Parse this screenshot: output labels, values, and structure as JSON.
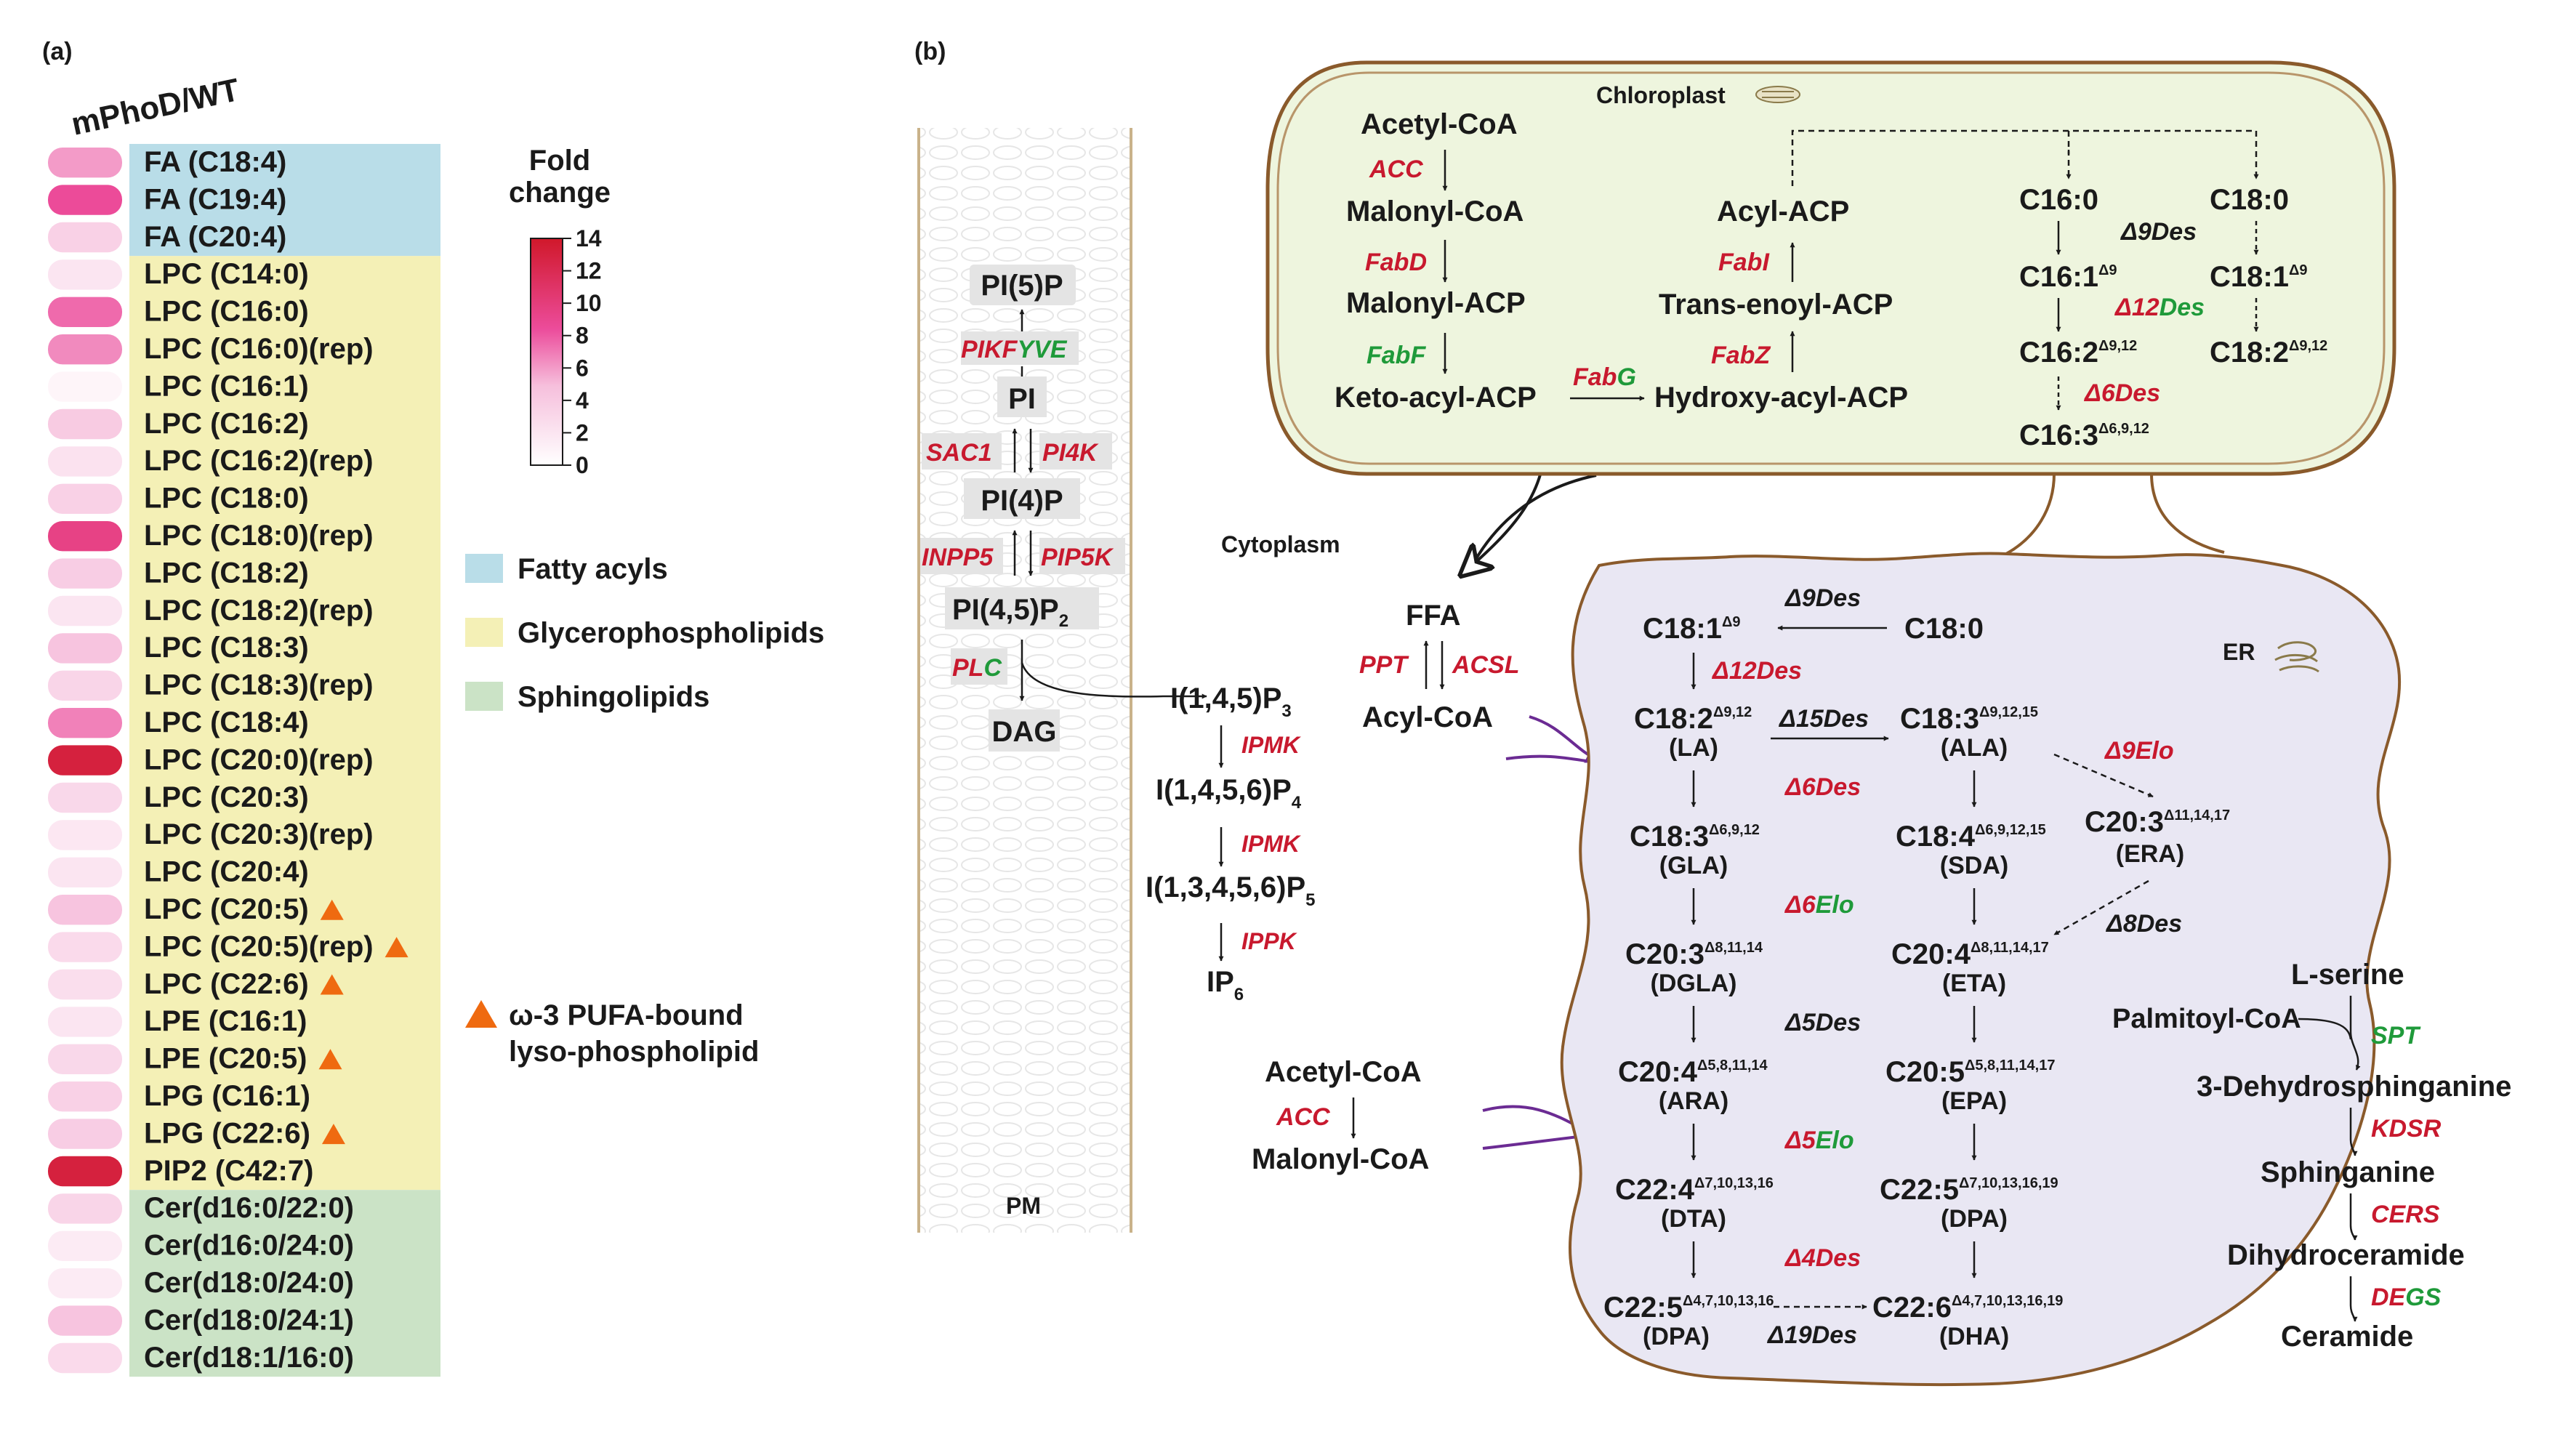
{
  "colors": {
    "fatty_acyls": "#b9dde8",
    "glycerophospholipids": "#f4f0b6",
    "sphingolipids": "#cbe3c6",
    "enzyme_red": "#c8192e",
    "enzyme_green": "#1f9a3a",
    "chloroplast_fill": "#eef5de",
    "chloroplast_border": "#8a5a2b",
    "er_fill": "#e9e7f3",
    "triangle": "#ef6a10",
    "purple_arrow": "#6b2b93"
  },
  "panel_a": {
    "label": "(a)",
    "column_title": "mPhoD/WT",
    "legend_title_1": "Fold",
    "legend_title_2": "change",
    "scale_ticks": [
      "14",
      "12",
      "10",
      "8",
      "6",
      "4",
      "2",
      "0"
    ],
    "class_legend": [
      {
        "label": "Fatty acyls",
        "color": "#b9dde8"
      },
      {
        "label": "Glycerophospholipids",
        "color": "#f4f0b6"
      },
      {
        "label": "Sphingolipids",
        "color": "#cbe3c6"
      }
    ],
    "triangle_legend_1": "ω-3 PUFA-bound",
    "triangle_legend_2": "lyso-phospholipid",
    "rows": [
      {
        "name": "FA (C18:4)",
        "fold": 6.0,
        "cls": "fa",
        "omega3": false
      },
      {
        "name": "FA (C19:4)",
        "fold": 8.5,
        "cls": "fa",
        "omega3": false
      },
      {
        "name": "FA (C20:4)",
        "fold": 3.5,
        "cls": "fa",
        "omega3": false
      },
      {
        "name": "LPC (C14:0)",
        "fold": 2.0,
        "cls": "gp",
        "omega3": false
      },
      {
        "name": "LPC (C16:0)",
        "fold": 7.5,
        "cls": "gp",
        "omega3": false
      },
      {
        "name": "LPC (C16:0)(rep)",
        "fold": 6.5,
        "cls": "gp",
        "omega3": false
      },
      {
        "name": "LPC (C16:1)",
        "fold": 0.8,
        "cls": "gp",
        "omega3": false
      },
      {
        "name": "LPC (C16:2)",
        "fold": 4.0,
        "cls": "gp",
        "omega3": false
      },
      {
        "name": "LPC (C16:2)(rep)",
        "fold": 2.2,
        "cls": "gp",
        "omega3": false
      },
      {
        "name": "LPC (C18:0)",
        "fold": 3.5,
        "cls": "gp",
        "omega3": false
      },
      {
        "name": "LPC (C18:0)(rep)",
        "fold": 9.5,
        "cls": "gp",
        "omega3": false
      },
      {
        "name": "LPC (C18:2)",
        "fold": 3.8,
        "cls": "gp",
        "omega3": false
      },
      {
        "name": "LPC (C18:2)(rep)",
        "fold": 2.0,
        "cls": "gp",
        "omega3": false
      },
      {
        "name": "LPC (C18:3)",
        "fold": 4.5,
        "cls": "gp",
        "omega3": false
      },
      {
        "name": "LPC (C18:3)(rep)",
        "fold": 3.2,
        "cls": "gp",
        "omega3": false
      },
      {
        "name": "LPC (C18:4)",
        "fold": 6.8,
        "cls": "gp",
        "omega3": false
      },
      {
        "name": "LPC (C20:0)(rep)",
        "fold": 13.0,
        "cls": "gp",
        "omega3": false
      },
      {
        "name": "LPC (C20:3)",
        "fold": 3.0,
        "cls": "gp",
        "omega3": false
      },
      {
        "name": "LPC (C20:3)(rep)",
        "fold": 1.8,
        "cls": "gp",
        "omega3": false
      },
      {
        "name": "LPC (C20:4)",
        "fold": 2.0,
        "cls": "gp",
        "omega3": false
      },
      {
        "name": "LPC (C20:5)",
        "fold": 4.5,
        "cls": "gp",
        "omega3": true
      },
      {
        "name": "LPC (C20:5)(rep)",
        "fold": 2.8,
        "cls": "gp",
        "omega3": true
      },
      {
        "name": "LPC (C22:6)",
        "fold": 2.5,
        "cls": "gp",
        "omega3": true
      },
      {
        "name": "LPE (C16:1)",
        "fold": 2.0,
        "cls": "gp",
        "omega3": false
      },
      {
        "name": "LPE (C20:5)",
        "fold": 3.0,
        "cls": "gp",
        "omega3": true
      },
      {
        "name": "LPG (C16:1)",
        "fold": 3.5,
        "cls": "gp",
        "omega3": false
      },
      {
        "name": "LPG (C22:6)",
        "fold": 3.8,
        "cls": "gp",
        "omega3": true
      },
      {
        "name": "PIP2 (C42:7)",
        "fold": 13.0,
        "cls": "gp",
        "omega3": false
      },
      {
        "name": "Cer(d16:0/22:0)",
        "fold": 3.2,
        "cls": "sp",
        "omega3": false
      },
      {
        "name": "Cer(d16:0/24:0)",
        "fold": 1.5,
        "cls": "sp",
        "omega3": false
      },
      {
        "name": "Cer(d18:0/24:0)",
        "fold": 1.5,
        "cls": "sp",
        "omega3": false
      },
      {
        "name": "Cer(d18:0/24:1)",
        "fold": 4.5,
        "cls": "sp",
        "omega3": false
      },
      {
        "name": "Cer(d18:1/16:0)",
        "fold": 2.8,
        "cls": "sp",
        "omega3": false
      }
    ]
  },
  "panel_b": {
    "label": "(b)",
    "pm": {
      "label": "PM",
      "pi5p": "PI(5)P",
      "pikfyve_1": "PIKF",
      "pikfyve_2": "YVE",
      "pi": "PI",
      "sac1": "SAC1",
      "pi4k": "PI4K",
      "pi4p": "PI(4)P",
      "inpp5": "INPP5",
      "pip5k": "PIP5K",
      "pi45p2": "PI(4,5)P",
      "pi45p2_sub": "2",
      "plc_1": "PL",
      "plc_2": "C",
      "dag": "DAG"
    },
    "inositol": {
      "ip3": "I(1,4,5)P",
      "ip3_sub": "3",
      "ipmk_1": "IPMK",
      "ip4": "I(1,4,5,6)P",
      "ip4_sub": "4",
      "ipmk_2": "IPMK",
      "ip5": "I(1,3,4,5,6)P",
      "ip5_sub": "5",
      "ippk": "IPPK",
      "ip6": "IP",
      "ip6_sub": "6"
    },
    "cytoplasm": {
      "label": "Cytoplasm",
      "ffa": "FFA",
      "ppt": "PPT",
      "acsl": "ACSL",
      "acyl_coa": "Acyl-CoA",
      "acetyl_coa": "Acetyl-CoA",
      "acc": "ACC",
      "malonyl_coa": "Malonyl-CoA"
    },
    "chloroplast": {
      "label": "Chloroplast",
      "acetyl_coa": "Acetyl-CoA",
      "acc": "ACC",
      "malonyl_coa": "Malonyl-CoA",
      "fabd": "FabD",
      "malonyl_acp": "Malonyl-ACP",
      "fabf": "FabF",
      "keto_acyl_acp": "Keto-acyl-ACP",
      "fabg": "FabG",
      "hydroxy_acyl_acp": "Hydroxy-acyl-ACP",
      "fabz": "FabZ",
      "trans_enoyl_acp": "Trans-enoyl-ACP",
      "fabi": "FabI",
      "acyl_acp": "Acyl-ACP",
      "c16_0": "C16:0",
      "c18_0": "C18:0",
      "d9des": "Δ9Des",
      "c16_1": "C16:1",
      "c16_1_sup": "Δ9",
      "c18_1": "C18:1",
      "c18_1_sup": "Δ9",
      "d12des_1": "Δ12",
      "d12des_2": "Des",
      "c16_2": "C16:2",
      "c16_2_sup": "Δ9,12",
      "c18_2": "C18:2",
      "c18_2_sup": "Δ9,12",
      "d6des": "Δ6Des",
      "c16_3": "C16:3",
      "c16_3_sup": "Δ6,9,12"
    },
    "er": {
      "label": "ER",
      "c18_1": "C18:1",
      "c18_1_sup": "Δ9",
      "d9des": "Δ9Des",
      "c18_0": "C18:0",
      "d12des": "Δ12Des",
      "c18_2": "C18:2",
      "c18_2_sup": "Δ9,12",
      "la": "(LA)",
      "d15des": "Δ15Des",
      "c18_3a": "C18:3",
      "c18_3a_sup": "Δ9,12,15",
      "ala": "(ALA)",
      "d9elo": "Δ9Elo",
      "d6des": "Δ6Des",
      "c18_3g": "C18:3",
      "c18_3g_sup": "Δ6,9,12",
      "gla": "(GLA)",
      "c18_4": "C18:4",
      "c18_4_sup": "Δ6,9,12,15",
      "sda": "(SDA)",
      "c20_3e": "C20:3",
      "c20_3e_sup": "Δ11,14,17",
      "era": "(ERA)",
      "d6elo_1": "Δ6",
      "d6elo_2": "Elo",
      "d8des": "Δ8Des",
      "c20_3d": "C20:3",
      "c20_3d_sup": "Δ8,11,14",
      "dgla": "(DGLA)",
      "c20_4e": "C20:4",
      "c20_4e_sup": "Δ8,11,14,17",
      "eta": "(ETA)",
      "d5des": "Δ5Des",
      "c20_4a": "C20:4",
      "c20_4a_sup": "Δ5,8,11,14",
      "ara": "(ARA)",
      "c20_5": "C20:5",
      "c20_5_sup": "Δ5,8,11,14,17",
      "epa": "(EPA)",
      "d5elo": "Δ5Elo",
      "c22_4": "C22:4",
      "c22_4_sup": "Δ7,10,13,16",
      "dta": "(DTA)",
      "c22_5b": "C22:5",
      "c22_5b_sup": "Δ7,10,13,16,19",
      "dpa_b": "(DPA)",
      "d4des": "Δ4Des",
      "c22_5a": "C22:5",
      "c22_5a_sup": "Δ4,7,10,13,16",
      "dpa_a": "(DPA)",
      "d19des": "Δ19Des",
      "c22_6": "C22:6",
      "c22_6_sup": "Δ4,7,10,13,16,19",
      "dha": "(DHA)",
      "l_serine": "L-serine",
      "palmitoyl_coa": "Palmitoyl-CoA",
      "spt": "SPT",
      "dehydrosphinganine": "3-Dehydrosphinganine",
      "kdsr": "KDSR",
      "sphinganine": "Sphinganine",
      "cers": "CERS",
      "dihydroceramide": "Dihydroceramide",
      "degs_1": "DE",
      "degs_2": "GS",
      "ceramide": "Ceramide"
    }
  }
}
